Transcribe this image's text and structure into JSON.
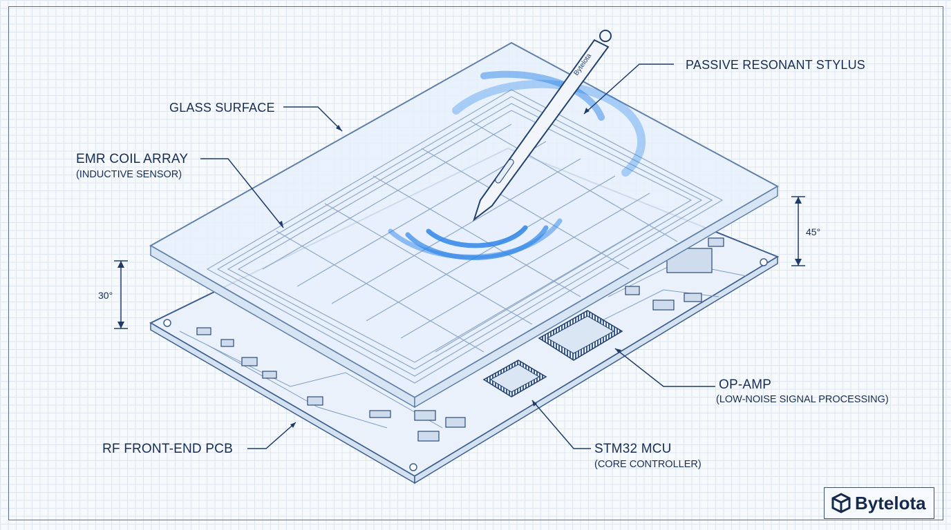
{
  "labels": {
    "glass": "GLASS SURFACE",
    "stylus": "PASSIVE RESONANT STYLUS",
    "coil": "EMR COIL ARRAY",
    "coil_sub": "(INDUCTIVE SENSOR)",
    "angle_right": "45°",
    "angle_left": "30°",
    "opamp": "OP-AMP",
    "opamp_sub": "(LOW-NOISE SIGNAL PROCESSING)",
    "mcu": "STM32 MCU",
    "mcu_sub": "(CORE CONTROLLER)",
    "pcb": "RF FRONT-END PCB"
  },
  "stylus_brand": "Bytelota",
  "logo": {
    "text": "Bytelota",
    "icon": "cube-logo-icon"
  },
  "colors": {
    "ink": "#172d52",
    "accent": "#2f86e8",
    "line": "#5f7fa8"
  }
}
